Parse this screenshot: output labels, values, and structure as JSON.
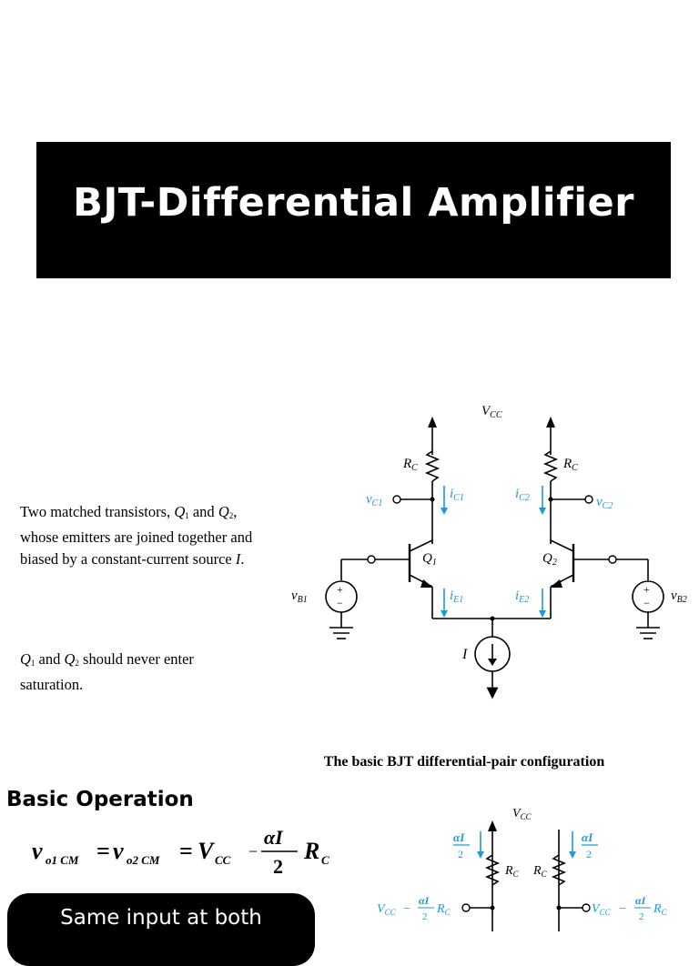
{
  "title": "BJT-Differential Amplifier",
  "description": {
    "p1_a": "Two matched transistors, ",
    "q1": "Q",
    "q1_sub": "1",
    "p1_b": " and ",
    "q2": "Q",
    "q2_sub": "2",
    "p1_c": ", whose emitters are joined together and biased by a constant-current source ",
    "p1_i": "I",
    "p1_end": ".",
    "p2_and": " and ",
    "p2_rest": " should never enter saturation."
  },
  "circuit1": {
    "vcc": "V",
    "vcc_sub": "CC",
    "rc": "R",
    "rc_sub": "C",
    "ic1": "i",
    "ic1_sub": "C1",
    "ic2": "i",
    "ic2_sub": "C2",
    "vc1": "v",
    "vc1_sub": "C1",
    "vc2": "v",
    "vc2_sub": "C2",
    "q1": "Q",
    "q1_sub": "1",
    "q2": "Q",
    "q2_sub": "2",
    "vb1": "v",
    "vb1_sub": "B1",
    "vb2": "v",
    "vb2_sub": "B2",
    "ie1": "i",
    "ie1_sub": "E1",
    "ie2": "i",
    "ie2_sub": "E2",
    "i": "I",
    "plus": "+",
    "minus": "−"
  },
  "caption": "The basic BJT differential-pair configuration",
  "section_heading": "Basic Operation",
  "formula": {
    "v": "v",
    "o1cm": "o1 CM",
    "o2cm": "o2 CM",
    "eq": "=",
    "V": "V",
    "cc": "CC",
    "minus": "−",
    "num": "αI",
    "den": "2",
    "R": "R",
    "c": "C"
  },
  "circuit2": {
    "vcc": "V",
    "vcc_sub": "CC",
    "rc": "R",
    "rc_sub": "C",
    "frac_num": "αI",
    "frac_den": "2",
    "minus": "−"
  },
  "button_text": "Same input at both",
  "colors": {
    "banner": "#000000",
    "label_blue": "#1a9ad6",
    "wire": "#000000"
  }
}
